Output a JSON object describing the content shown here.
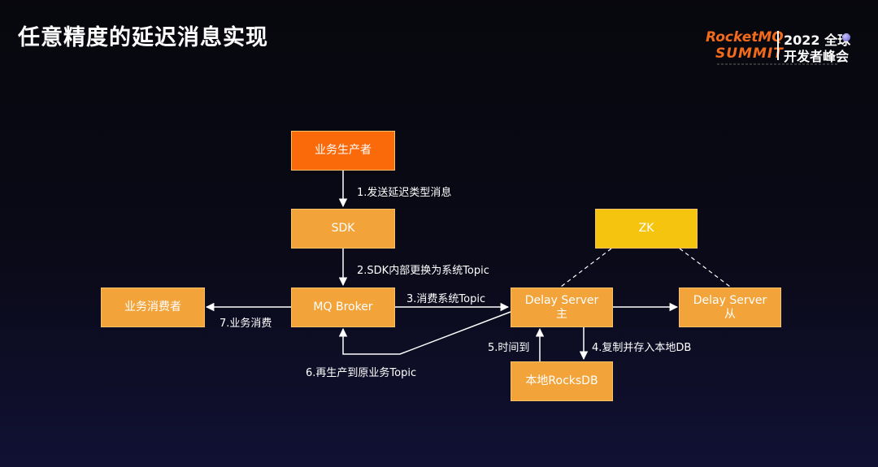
{
  "slide": {
    "title": "任意精度的延迟消息实现"
  },
  "logo": {
    "brand_line1": "RocketMQ",
    "brand_line2": "SUMMIT",
    "year_text": "2022 全球",
    "event_text": "开发者峰会"
  },
  "nodes": {
    "producer": "业务生产者",
    "sdk": "SDK",
    "broker": "MQ Broker",
    "consumer": "业务消费者",
    "delay_master": "Delay Server\n主",
    "delay_slave": "Delay Server\n从",
    "zk": "ZK",
    "rocksdb": "本地RocksDB"
  },
  "edges": {
    "e1": "1.发送延迟类型消息",
    "e2": "2.SDK内部更换为系统Topic",
    "e3": "3.消费系统Topic",
    "e4": "4.复制并存入本地DB",
    "e5": "5.时间到",
    "e6": "6.再生产到原业务Topic",
    "e7": "7.业务消费"
  },
  "colors": {
    "producer": "#fa6a0a",
    "process": "#f2a33a",
    "coordination": "#f5c40f",
    "line": "#ffffff"
  }
}
